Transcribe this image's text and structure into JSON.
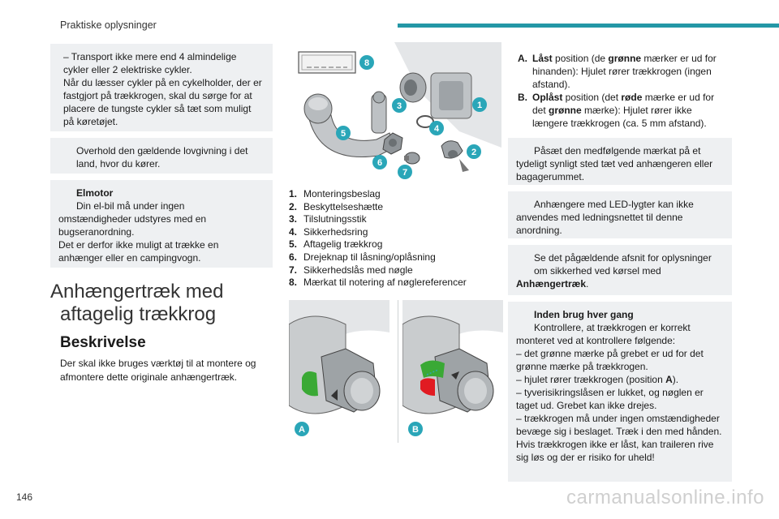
{
  "header": {
    "title": "Praktiske oplysninger"
  },
  "page_number": "146",
  "watermark": "carmanualsonline.info",
  "left": {
    "box1": {
      "line1": "– Transport ikke mere end 4 almindelige",
      "line2": "cykler eller 2 elektriske cykler.",
      "line3": "Når du læsser cykler på en cykelholder, der er fastgjort på trækkrogen, skal du sørge for at placere de tungste cykler så tæt som muligt på køretøjet."
    },
    "warning1": {
      "text": "Overhold den gældende lovgivning i det land, hvor du kører."
    },
    "info1": {
      "title": "Elmotor",
      "line1": "Din el-bil må under ingen",
      "line2": "omstændigheder udstyres med en bugseranordning.",
      "line3": "Det er derfor ikke muligt at trække en anhænger eller en campingvogn."
    },
    "section_title_l1": "Anhængertræk med",
    "section_title_l2": "aftagelig trækkrog",
    "subsection_title": "Beskrivelse",
    "body": "Der skal ikke bruges værktøj til at montere og afmontere dette originale anhængertræk."
  },
  "middle": {
    "badges": [
      "8",
      "3",
      "1",
      "5",
      "4",
      "2",
      "6",
      "7"
    ],
    "legend": [
      {
        "num": "1.",
        "text": "Monteringsbeslag"
      },
      {
        "num": "2.",
        "text": "Beskyttelseshætte"
      },
      {
        "num": "3.",
        "text": "Tilslutningsstik"
      },
      {
        "num": "4.",
        "text": "Sikkerhedsring"
      },
      {
        "num": "5.",
        "text": "Aftagelig trækkrog"
      },
      {
        "num": "6.",
        "text": "Drejeknap til låsning/oplåsning"
      },
      {
        "num": "7.",
        "text": "Sikkerhedslås med nøgle"
      },
      {
        "num": "8.",
        "text": "Mærkat til notering af nøglereferencer"
      }
    ],
    "fig_a_label": "A",
    "fig_b_label": "B"
  },
  "right": {
    "item_a": {
      "label": "A.",
      "bold": "Låst",
      "text1": " position (de ",
      "bold2": "grønne",
      "text2": " mærker er ud for hinanden): Hjulet rører trækkrogen (ingen afstand)."
    },
    "item_b": {
      "label": "B.",
      "bold": "Oplåst",
      "text1": " position (det ",
      "bold2": "røde",
      "text2": " mærke er ud for det ",
      "bold3": "grønne",
      "text3": " mærke): Hjulet rører ikke længere trækkrogen (ca. 5 mm afstand)."
    },
    "info2": {
      "line1": "Påsæt den medfølgende mærkat på et",
      "line2": "tydeligt synligt sted tæt ved anhængeren eller bagagerummet."
    },
    "warning2": {
      "line1": "Anhængere med LED-lygter kan ikke",
      "line2": "anvendes med ledningsnettet til denne anordning."
    },
    "info3": {
      "line1": "Se det pågældende afsnit for oplysninger",
      "line2": "om sikkerhed ved kørsel med",
      "bold": "Anhængertræk",
      "end": "."
    },
    "warning3": {
      "title": "Inden brug hver gang",
      "line1": "Kontrollere, at trækkrogen er korrekt",
      "line2": "monteret ved at kontrollere følgende:",
      "bullet1": "– det grønne mærke på grebet er ud for det grønne mærke på trækkrogen.",
      "bullet2_pre": "– hjulet rører trækkrogen (position ",
      "bullet2_bold": "A",
      "bullet2_post": ").",
      "bullet3": "– tyverisikringslåsen er lukket, og nøglen er taget ud. Grebet kan ikke drejes.",
      "bullet4": "– trækkrogen må under ingen omstændigheder bevæge sig i beslaget. Træk i den med hånden.",
      "line_end": "Hvis trækkrogen ikke er låst, kan traileren rive sig løs og der er risiko for uheld!"
    }
  },
  "colors": {
    "accent": "#2497a6",
    "warning": "#e11b22",
    "info": "#2aa6b8",
    "box_bg": "#eef0f2",
    "green_mark": "#3aa935",
    "red_mark": "#e11b22"
  }
}
